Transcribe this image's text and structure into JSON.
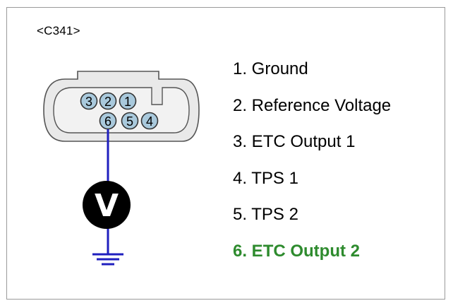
{
  "connector": {
    "id_label": "<C341>",
    "pins_top_row": [
      "3",
      "2",
      "1"
    ],
    "pins_bottom_row": [
      "6",
      "5",
      "4"
    ],
    "meter_symbol": "V",
    "ground_icon": "ground-symbol-icon"
  },
  "pin_descriptions": [
    "1. Ground",
    "2. Reference Voltage",
    "3. ETC Output 1",
    "4. TPS 1",
    "5. TPS 2",
    "6. ETC Output 2"
  ],
  "highlight": {
    "pin": "6",
    "color": "#2e8b2e"
  },
  "colors": {
    "connector_body": "#e9e9e9",
    "pin_fill": "#a9c9dc",
    "wire": "#1f1fbf",
    "meter": "#000000"
  }
}
